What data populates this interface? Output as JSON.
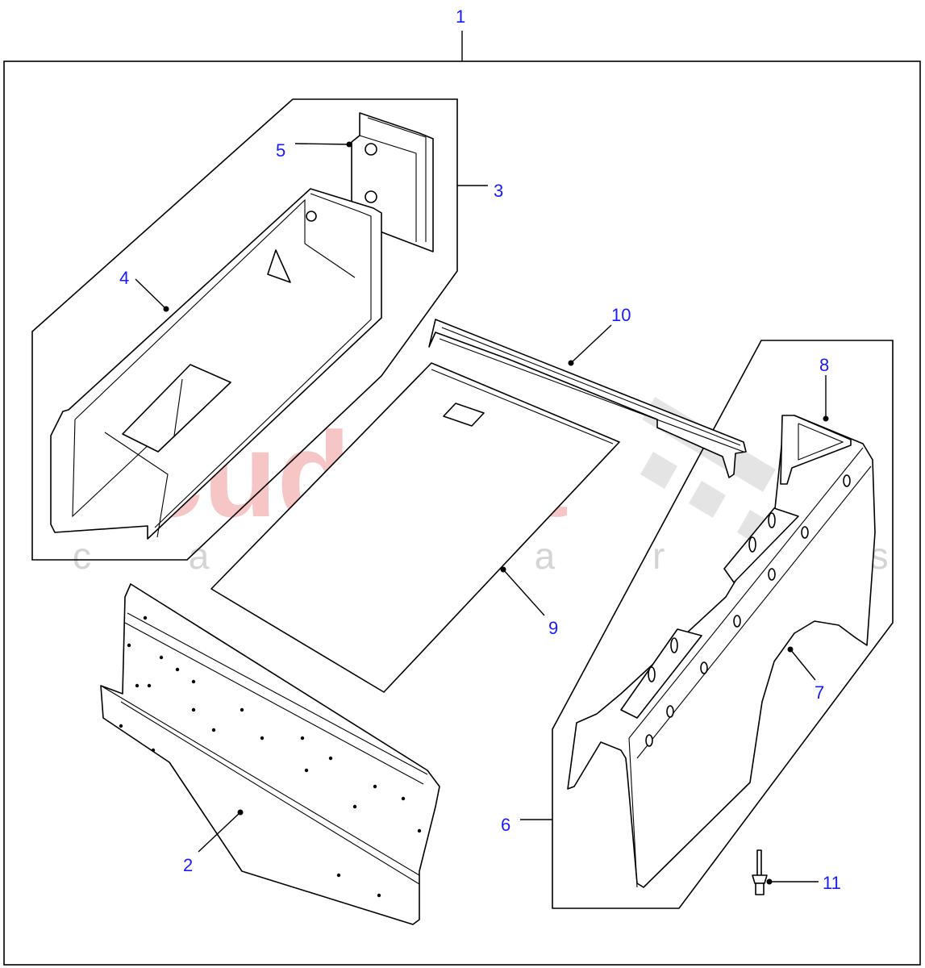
{
  "watermark": {
    "brand": "scuderia",
    "tagline": "c a r   p a r t s"
  },
  "callouts": [
    {
      "id": "1",
      "label": "1"
    },
    {
      "id": "2",
      "label": "2"
    },
    {
      "id": "3",
      "label": "3"
    },
    {
      "id": "4",
      "label": "4"
    },
    {
      "id": "5",
      "label": "5"
    },
    {
      "id": "6",
      "label": "6"
    },
    {
      "id": "7",
      "label": "7"
    },
    {
      "id": "8",
      "label": "8"
    },
    {
      "id": "9",
      "label": "9"
    },
    {
      "id": "10",
      "label": "10"
    },
    {
      "id": "11",
      "label": "11"
    }
  ],
  "colors": {
    "callout_text": "#1a1aff",
    "watermark_brand": "#f6c6c6",
    "watermark_tagline": "#d4d4d4",
    "line": "#000000"
  }
}
